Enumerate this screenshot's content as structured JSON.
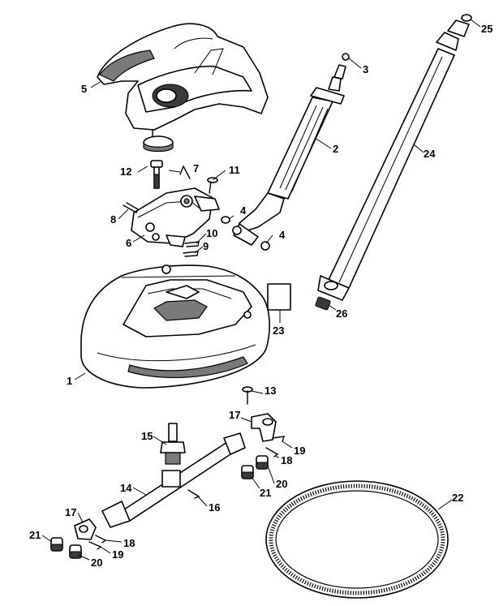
{
  "callouts": [
    {
      "id": "c1",
      "text": "1"
    },
    {
      "id": "c2",
      "text": "2"
    },
    {
      "id": "c3",
      "text": "3"
    },
    {
      "id": "c4a",
      "text": "4"
    },
    {
      "id": "c4b",
      "text": "4"
    },
    {
      "id": "c5",
      "text": "5"
    },
    {
      "id": "c6",
      "text": "6"
    },
    {
      "id": "c7",
      "text": "7"
    },
    {
      "id": "c8",
      "text": "8"
    },
    {
      "id": "c9",
      "text": "9"
    },
    {
      "id": "c10",
      "text": "10"
    },
    {
      "id": "c11",
      "text": "11"
    },
    {
      "id": "c12",
      "text": "12"
    },
    {
      "id": "c13",
      "text": "13"
    },
    {
      "id": "c14",
      "text": "14"
    },
    {
      "id": "c15",
      "text": "15"
    },
    {
      "id": "c16",
      "text": "16"
    },
    {
      "id": "c17a",
      "text": "17"
    },
    {
      "id": "c17b",
      "text": "17"
    },
    {
      "id": "c18a",
      "text": "18"
    },
    {
      "id": "c18b",
      "text": "18"
    },
    {
      "id": "c19a",
      "text": "19"
    },
    {
      "id": "c19b",
      "text": "19"
    },
    {
      "id": "c20a",
      "text": "20"
    },
    {
      "id": "c20b",
      "text": "20"
    },
    {
      "id": "c21a",
      "text": "21"
    },
    {
      "id": "c21b",
      "text": "21"
    },
    {
      "id": "c22",
      "text": "22"
    },
    {
      "id": "c23",
      "text": "23"
    },
    {
      "id": "c24",
      "text": "24"
    },
    {
      "id": "c25",
      "text": "25"
    },
    {
      "id": "c26",
      "text": "26"
    }
  ]
}
